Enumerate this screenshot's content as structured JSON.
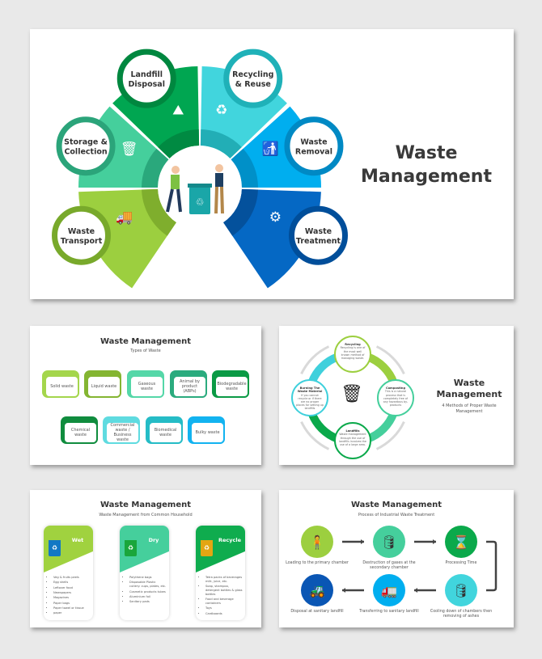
{
  "main_slide": {
    "title_line1": "Waste",
    "title_line2": "Management",
    "segments": [
      {
        "label_line1": "Landfill",
        "label_line2": "Disposal",
        "icon": "landfill-icon",
        "color": "#00a651",
        "ring": "#00873f",
        "dark": "#008a42"
      },
      {
        "label_line1": "Storage &",
        "label_line2": "Collection",
        "icon": "bin-icon",
        "color": "#45cf9c",
        "ring": "#2ba47a",
        "dark": "#2aa87c"
      },
      {
        "label_line1": "Waste",
        "label_line2": "Transport",
        "icon": "truck-icon",
        "color": "#9ccf3f",
        "ring": "#78a92b",
        "dark": "#7fae2d"
      },
      {
        "label_line1": "Recycling",
        "label_line2": "& Reuse",
        "icon": "recycle-bin-icon",
        "color": "#41d5dd",
        "ring": "#1fb1b8",
        "dark": "#22aeb6"
      },
      {
        "label_line1": "Waste",
        "label_line2": "Removal",
        "icon": "person-bin-icon",
        "color": "#00aeef",
        "ring": "#0089c4",
        "dark": "#0090c8"
      },
      {
        "label_line1": "Waste",
        "label_line2": "Treatment",
        "icon": "treatment-icon",
        "color": "#0568c4",
        "ring": "#004e9a",
        "dark": "#04519c"
      }
    ]
  },
  "types_slide": {
    "title": "Waste Management",
    "subtitle": "Types of Waste",
    "cards": [
      {
        "label": "Solid waste",
        "color": "#a4d64c"
      },
      {
        "label": "Liquid waste",
        "color": "#84b532"
      },
      {
        "label": "Gaseous waste",
        "color": "#55d7a8"
      },
      {
        "label": "Animal by product (ABPs)",
        "color": "#2bab7e"
      },
      {
        "label": "Biodegradable waste",
        "color": "#0b9a45"
      },
      {
        "label": "Chemical waste",
        "color": "#108c3e"
      },
      {
        "label": "Commercial waste / Business waste",
        "color": "#5fdbe0"
      },
      {
        "label": "Biomedical waste",
        "color": "#25bcc6"
      },
      {
        "label": "Bulky waste",
        "color": "#12b3f0"
      }
    ]
  },
  "methods_slide": {
    "title_line1": "Waste",
    "title_line2": "Management",
    "subtitle": "4 Methods of Proper Waste Management",
    "methods": [
      {
        "title": "Recycling",
        "text": "Recycling is one of the most well known method of managing waste.",
        "color": "#9ccf3f"
      },
      {
        "title": "Composting",
        "text": "This is a natural process that is completely free of any hazardous by-products",
        "color": "#45cf9c"
      },
      {
        "title": "Landfills",
        "text": "Waste management through the use of landfills involves the use of a large area.",
        "color": "#0ba94b"
      },
      {
        "title": "Burning The Waste Material",
        "text": "If you cannot recycle or if there are no proper places for setting up landfills",
        "color": "#3fd0dc"
      }
    ]
  },
  "household_slide": {
    "title": "Waste Management",
    "subtitle": "Waste Management from Common Household",
    "cards": [
      {
        "label": "Wet",
        "color": "#a0d23f",
        "bin_color": "#1278c4",
        "items": [
          "Veg & fruits peels",
          "Egg shells",
          "Leftover food",
          "Newspapers",
          "Magazines",
          "Paper bags",
          "Paper towel or tissue",
          "paper"
        ]
      },
      {
        "label": "Dry",
        "color": "#45cf9c",
        "bin_color": "#1aa63b",
        "items": [
          "Polythene bags",
          "Disposable Plastic cutlery: cups, plates, etc.",
          "Cosmetic products tubes",
          "Aluminium foil",
          "Sanitary pads"
        ]
      },
      {
        "label": "Recycle",
        "color": "#0fac4e",
        "bin_color": "#e3a613",
        "items": [
          "Tetra packs of beverages milk, juice, etc.",
          "Soap, shampoo, detergent bottles & glass bottles",
          "Food and beverage containers",
          "Toys",
          "Cardboards"
        ]
      }
    ]
  },
  "process_slide": {
    "title": "Waste Management",
    "subtitle": "Process of Industrial Waste Treatment",
    "steps": [
      {
        "label": "Loading to the primary chamber",
        "color": "#9ccf3f"
      },
      {
        "label": "Destruction of gases at the secondary chamber",
        "color": "#45cf9c"
      },
      {
        "label": "Processing Time",
        "color": "#0ba94b"
      },
      {
        "label": "Disposal at sanitary landfill",
        "color": "#0a56b4"
      },
      {
        "label": "Transferring to sanitary landfill",
        "color": "#00aeef"
      },
      {
        "label": "Cooling down of chambers then removing of ashes",
        "color": "#41d5dd"
      }
    ]
  }
}
